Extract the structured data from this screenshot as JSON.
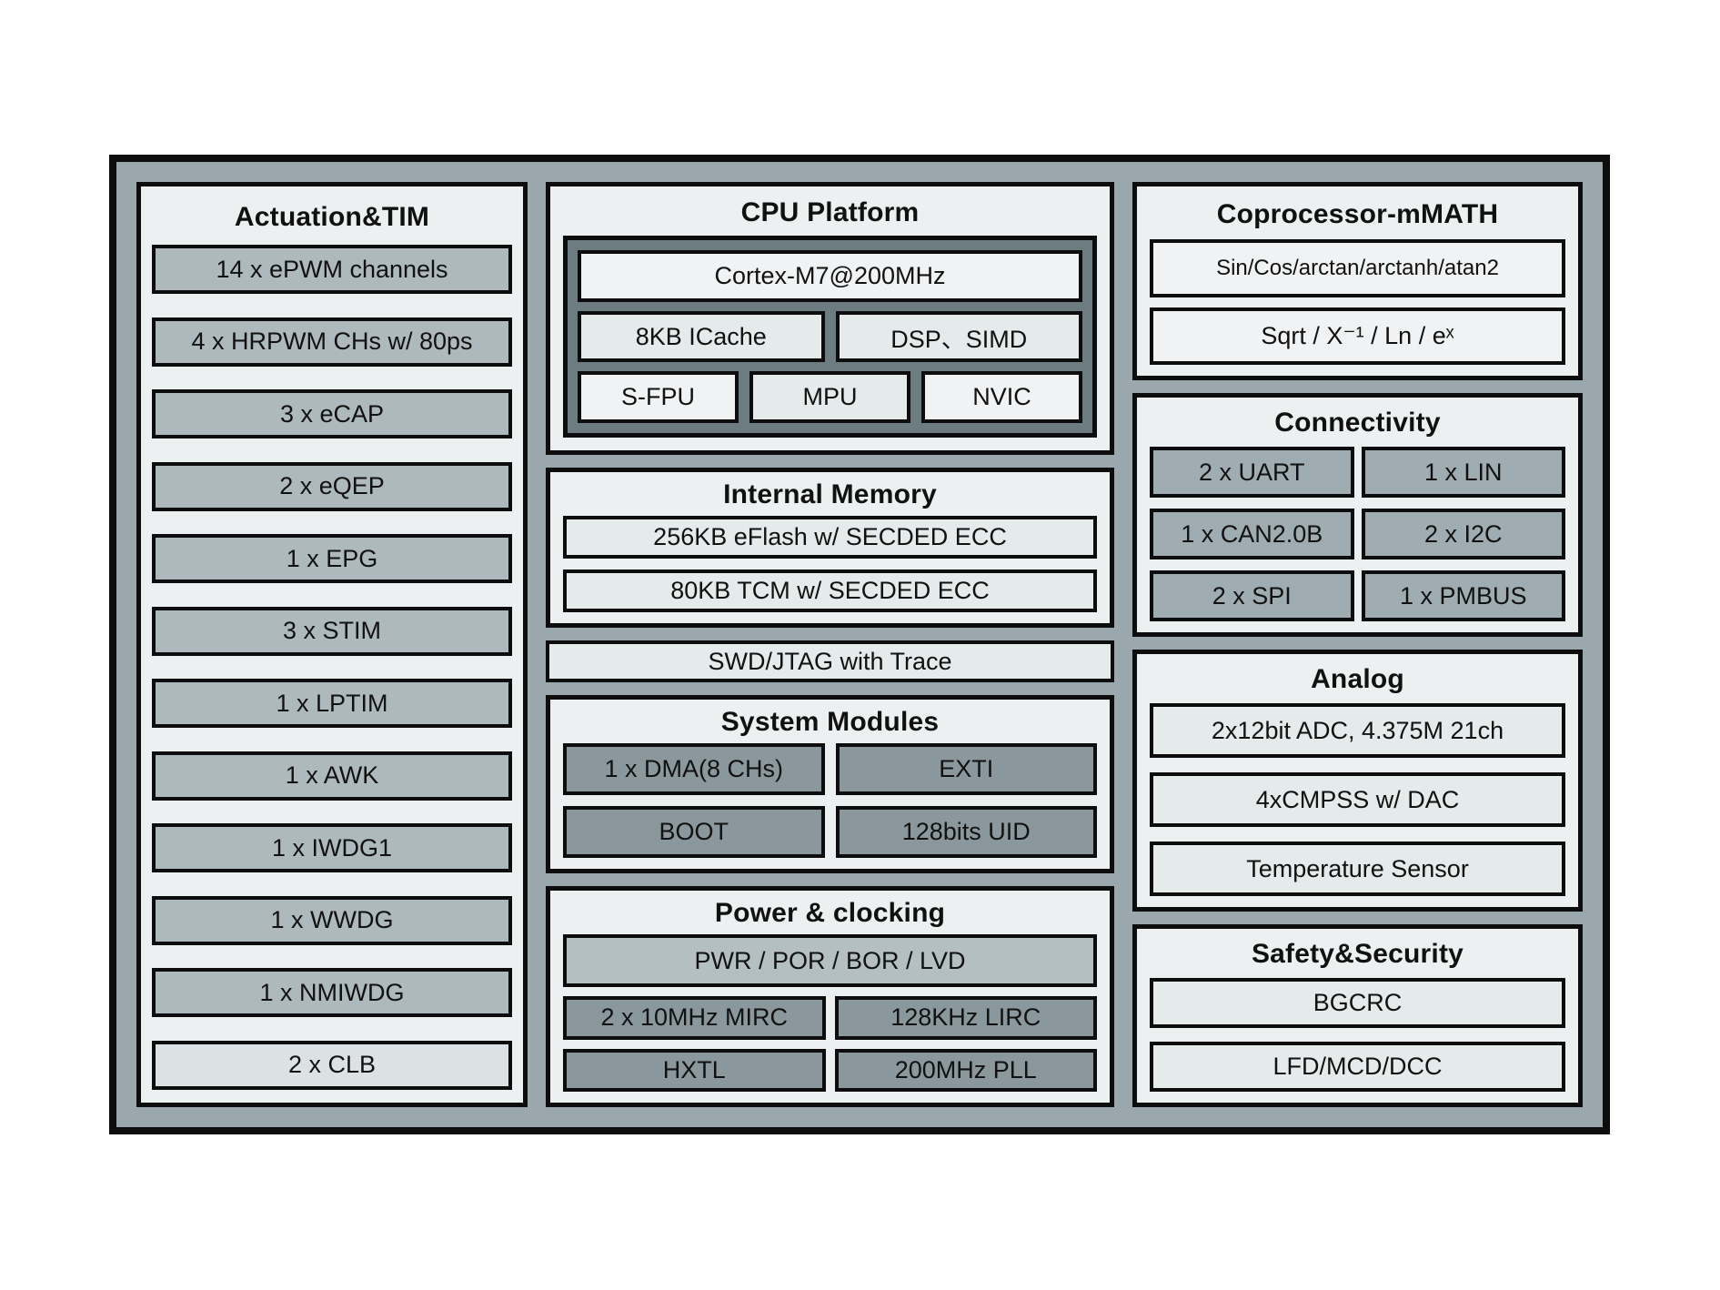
{
  "colors": {
    "page-bg": "#ffffff",
    "ink": "#111111",
    "frame-border": "#0d0d0d",
    "frame-bg": "#9aa8ad",
    "panel-bg": "#edf0f1",
    "box-gray": "#aeb9bd",
    "box-pale": "#dce2e3",
    "box-white": "#f0f2f3",
    "box-light": "#e5eaeb",
    "box-mid": "#b4bfc2",
    "box-dark": "#8a989d",
    "box-conn": "#9fadb2",
    "cpu-well": "#6d7c81"
  },
  "left": {
    "title": "Actuation&TIM",
    "items": [
      {
        "label": "14 x ePWM channels"
      },
      {
        "label": "4 x HRPWM CHs w/ 80ps"
      },
      {
        "label": "3 x eCAP"
      },
      {
        "label": "2 x eQEP"
      },
      {
        "label": "1 x EPG"
      },
      {
        "label": "3 x STIM"
      },
      {
        "label": "1 x LPTIM"
      },
      {
        "label": "1 x AWK"
      },
      {
        "label": "1 x IWDG1"
      },
      {
        "label": "1 x WWDG"
      },
      {
        "label": "1 x NMIWDG"
      },
      {
        "label": "2 x CLB"
      }
    ]
  },
  "cpu": {
    "title": "CPU Platform",
    "core": "Cortex-M7@200MHz",
    "row2": [
      {
        "label": "8KB ICache"
      },
      {
        "label": "DSP、SIMD"
      }
    ],
    "row3": [
      {
        "label": "S-FPU"
      },
      {
        "label": "MPU"
      },
      {
        "label": "NVIC"
      }
    ]
  },
  "memory": {
    "title": "Internal Memory",
    "items": [
      {
        "label": "256KB eFlash w/ SECDED ECC"
      },
      {
        "label": "80KB TCM w/ SECDED ECC"
      }
    ]
  },
  "debug": {
    "label": "SWD/JTAG with Trace"
  },
  "system": {
    "title": "System Modules",
    "items": [
      {
        "label": "1 x DMA(8 CHs)"
      },
      {
        "label": "EXTI"
      },
      {
        "label": "BOOT"
      },
      {
        "label": "128bits UID"
      }
    ]
  },
  "power": {
    "title": "Power & clocking",
    "wide": "PWR / POR / BOR / LVD",
    "items": [
      {
        "label": "2 x 10MHz MIRC"
      },
      {
        "label": "128KHz LIRC"
      },
      {
        "label": "HXTL"
      },
      {
        "label": "200MHz PLL"
      }
    ]
  },
  "coprocessor": {
    "title": "Coprocessor-mMATH",
    "items": [
      {
        "label": "Sin/Cos/arctan/arctanh/atan2"
      },
      {
        "label": "Sqrt / X⁻¹ / Ln / eˣ"
      }
    ]
  },
  "connectivity": {
    "title": "Connectivity",
    "items": [
      {
        "label": "2 x UART"
      },
      {
        "label": "1 x LIN"
      },
      {
        "label": "1 x CAN2.0B"
      },
      {
        "label": "2 x I2C"
      },
      {
        "label": "2 x SPI"
      },
      {
        "label": "1 x PMBUS"
      }
    ]
  },
  "analog": {
    "title": "Analog",
    "items": [
      {
        "label": "2x12bit ADC, 4.375M 21ch"
      },
      {
        "label": "4xCMPSS w/ DAC"
      },
      {
        "label": "Temperature Sensor"
      }
    ]
  },
  "safety": {
    "title": "Safety&Security",
    "items": [
      {
        "label": "BGCRC"
      },
      {
        "label": "LFD/MCD/DCC"
      }
    ]
  }
}
